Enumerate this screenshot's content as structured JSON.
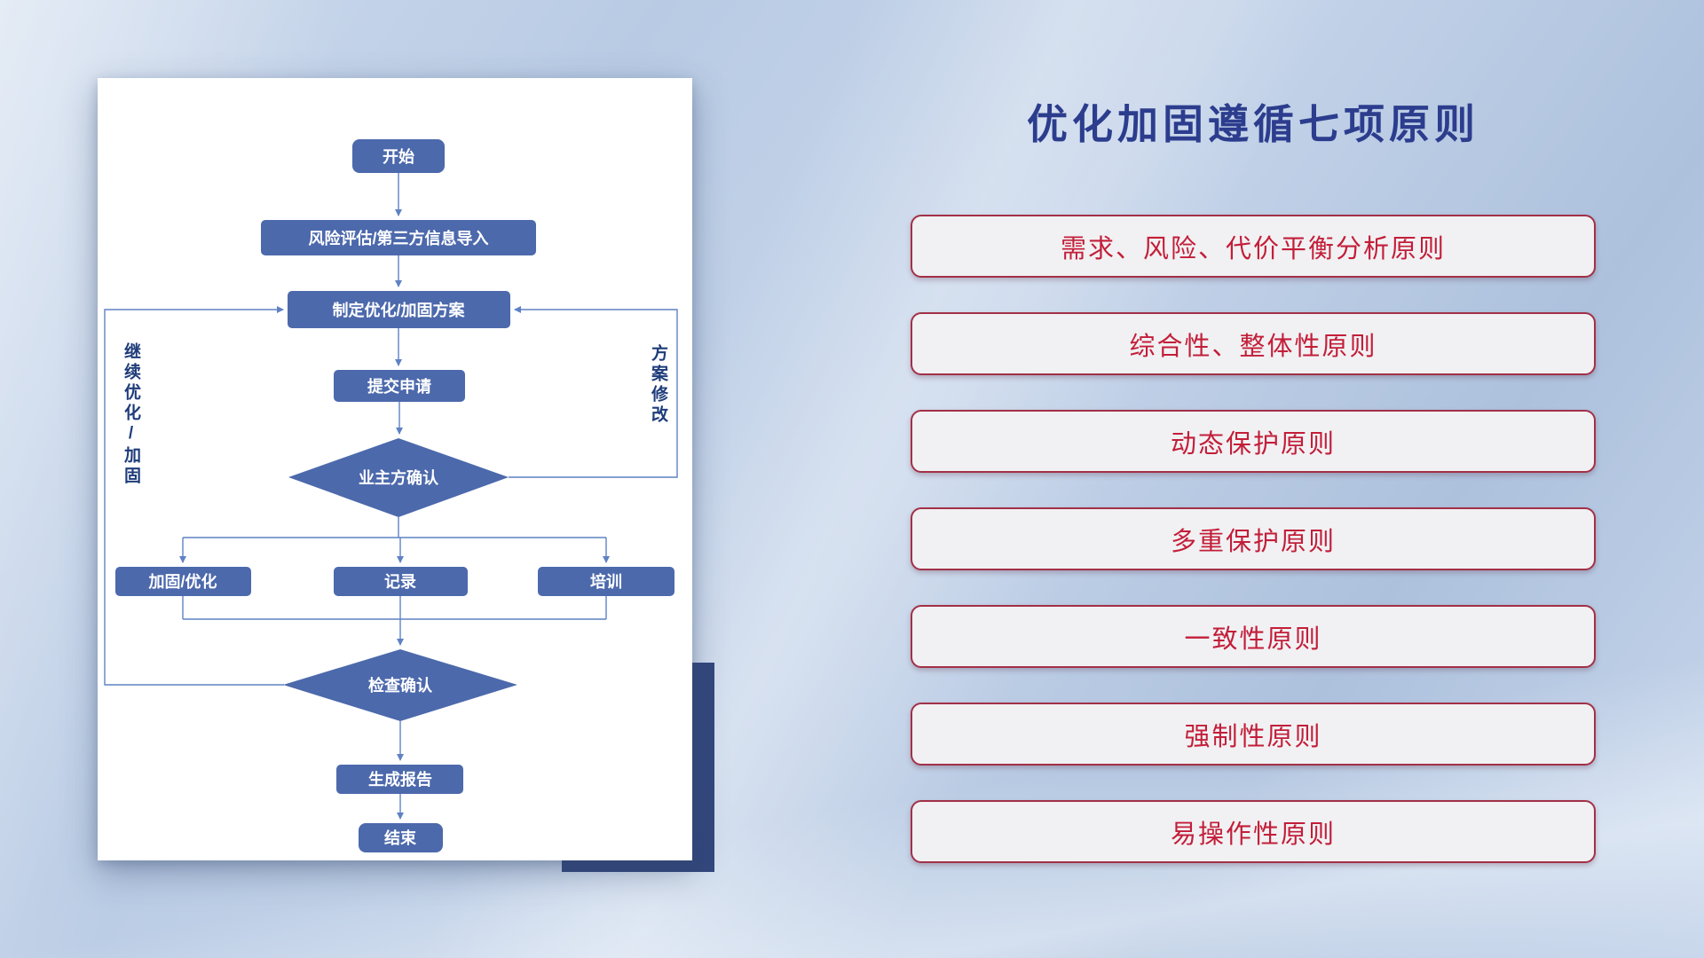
{
  "flowchart": {
    "nodes": {
      "start": "开始",
      "risk_import": "风险评估/第三方信息导入",
      "make_plan": "制定优化/加固方案",
      "submit": "提交申请",
      "owner_confirm": "业主方确认",
      "reinforce": "加固/优化",
      "record": "记录",
      "training": "培训",
      "check_confirm": "检查确认",
      "report": "生成报告",
      "end": "结束"
    },
    "loop_labels": {
      "continue_optimize": "继续优化/加固",
      "plan_revision": "方案修改"
    }
  },
  "right_panel": {
    "title": "优化加固遵循七项原则",
    "principles": [
      "需求、风险、代价平衡分析原则",
      "综合性、整体性原则",
      "动态保护原则",
      "多重保护原则",
      "一致性原则",
      "强制性原则",
      "易操作性原则"
    ]
  },
  "colors": {
    "flow_node_fill": "#4c69ac",
    "flow_connector": "#5f82c4",
    "title_text": "#2c3d8e",
    "principle_text": "#c31e39",
    "principle_border": "#a23047",
    "accent_panel": "#33477d"
  }
}
